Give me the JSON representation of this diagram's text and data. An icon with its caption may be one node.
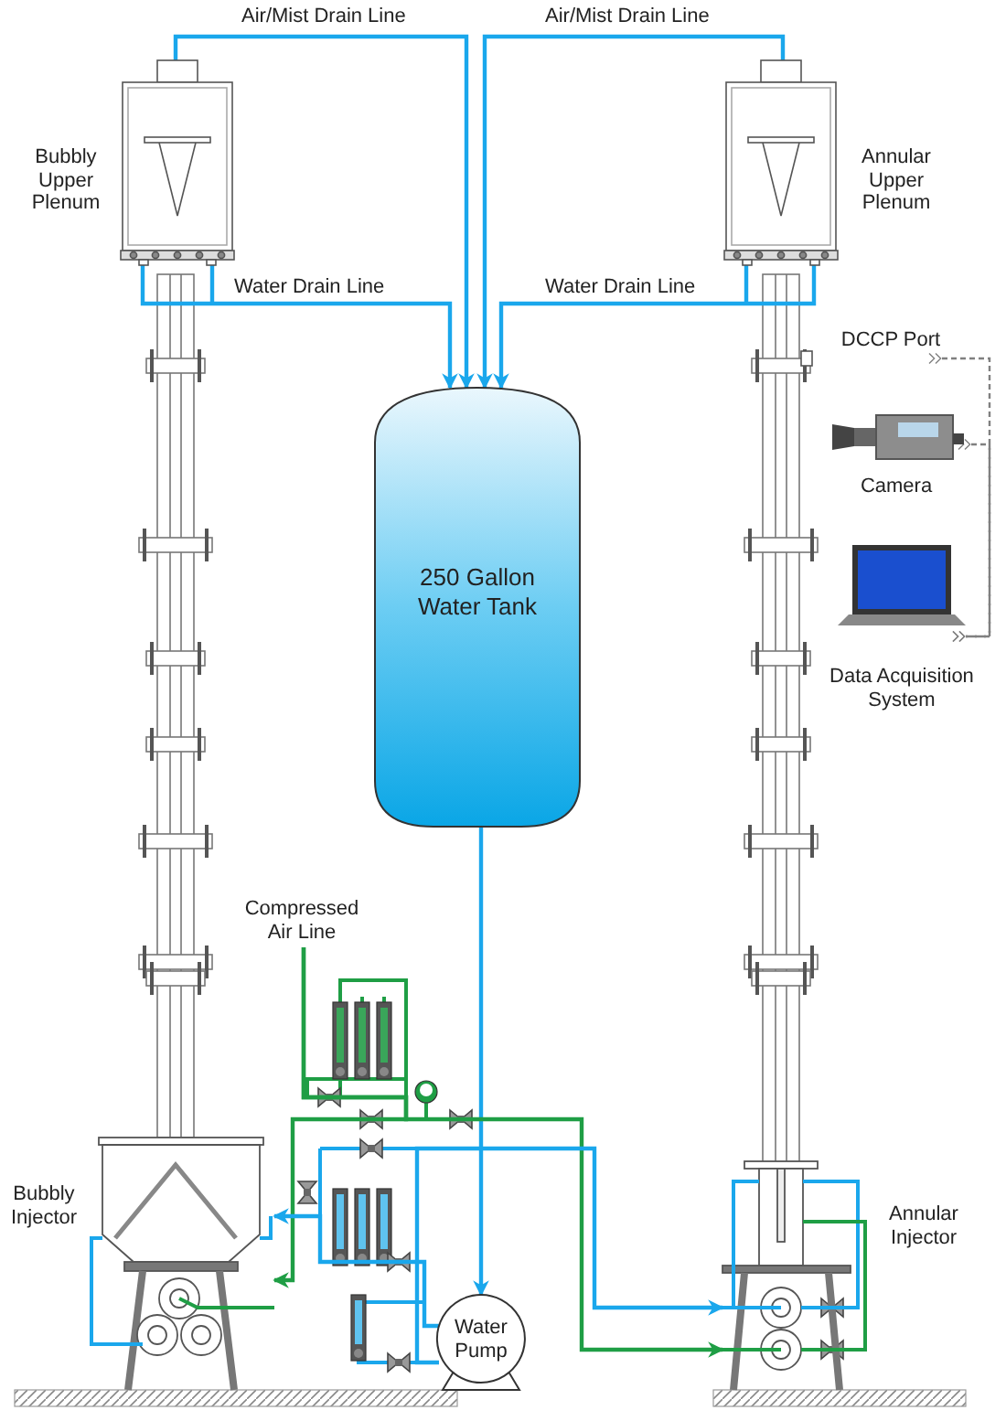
{
  "diagram": {
    "nodes": [
      {
        "text": [
          "Bubbly Upper Plenum"
        ]
      },
      {
        "text": [
          "Annular Upper Plenum"
        ]
      },
      {
        "text": [
          "250 Gallon Water Tank"
        ]
      },
      {
        "text": [
          "DCCP Port"
        ]
      },
      {
        "text": [
          "Camera"
        ]
      },
      {
        "text": [
          "Data Acquisition System"
        ]
      },
      {
        "text": [
          "Compressed Air Line"
        ]
      },
      {
        "text": [
          "Bubbly Injector"
        ]
      },
      {
        "text": [
          "Water Pump"
        ]
      },
      {
        "text": [
          "Annular Injector"
        ]
      }
    ],
    "edges": [
      {
        "from": 0,
        "to": 2,
        "arrow": "to",
        "label": "Air/Mist Drain Line"
      },
      {
        "from": 0,
        "to": 2,
        "arrow": "to",
        "label": "Water Drain Line"
      },
      {
        "from": 1,
        "to": 2,
        "arrow": "to",
        "label": "Air/Mist Drain Line"
      },
      {
        "from": 1,
        "to": 2,
        "arrow": "to",
        "label": "Water Drain Line"
      },
      {
        "from": 3,
        "to": 5,
        "arrow": "other",
        "style": "dashed",
        "color": "#808080"
      },
      {
        "from": 4,
        "to": 5,
        "arrow": "other",
        "style": "dashed",
        "color": "#808080"
      },
      {
        "from": 2,
        "to": 8,
        "arrow": "to"
      },
      {
        "from": 6,
        "to": 7,
        "arrow": "to",
        "color": "#1f9e45"
      },
      {
        "from": 6,
        "to": 9,
        "arrow": "to",
        "color": "#1f9e45"
      },
      {
        "from": 8,
        "to": 7,
        "arrow": "to"
      },
      {
        "from": 8,
        "to": 9,
        "arrow": "to"
      }
    ]
  }
}
